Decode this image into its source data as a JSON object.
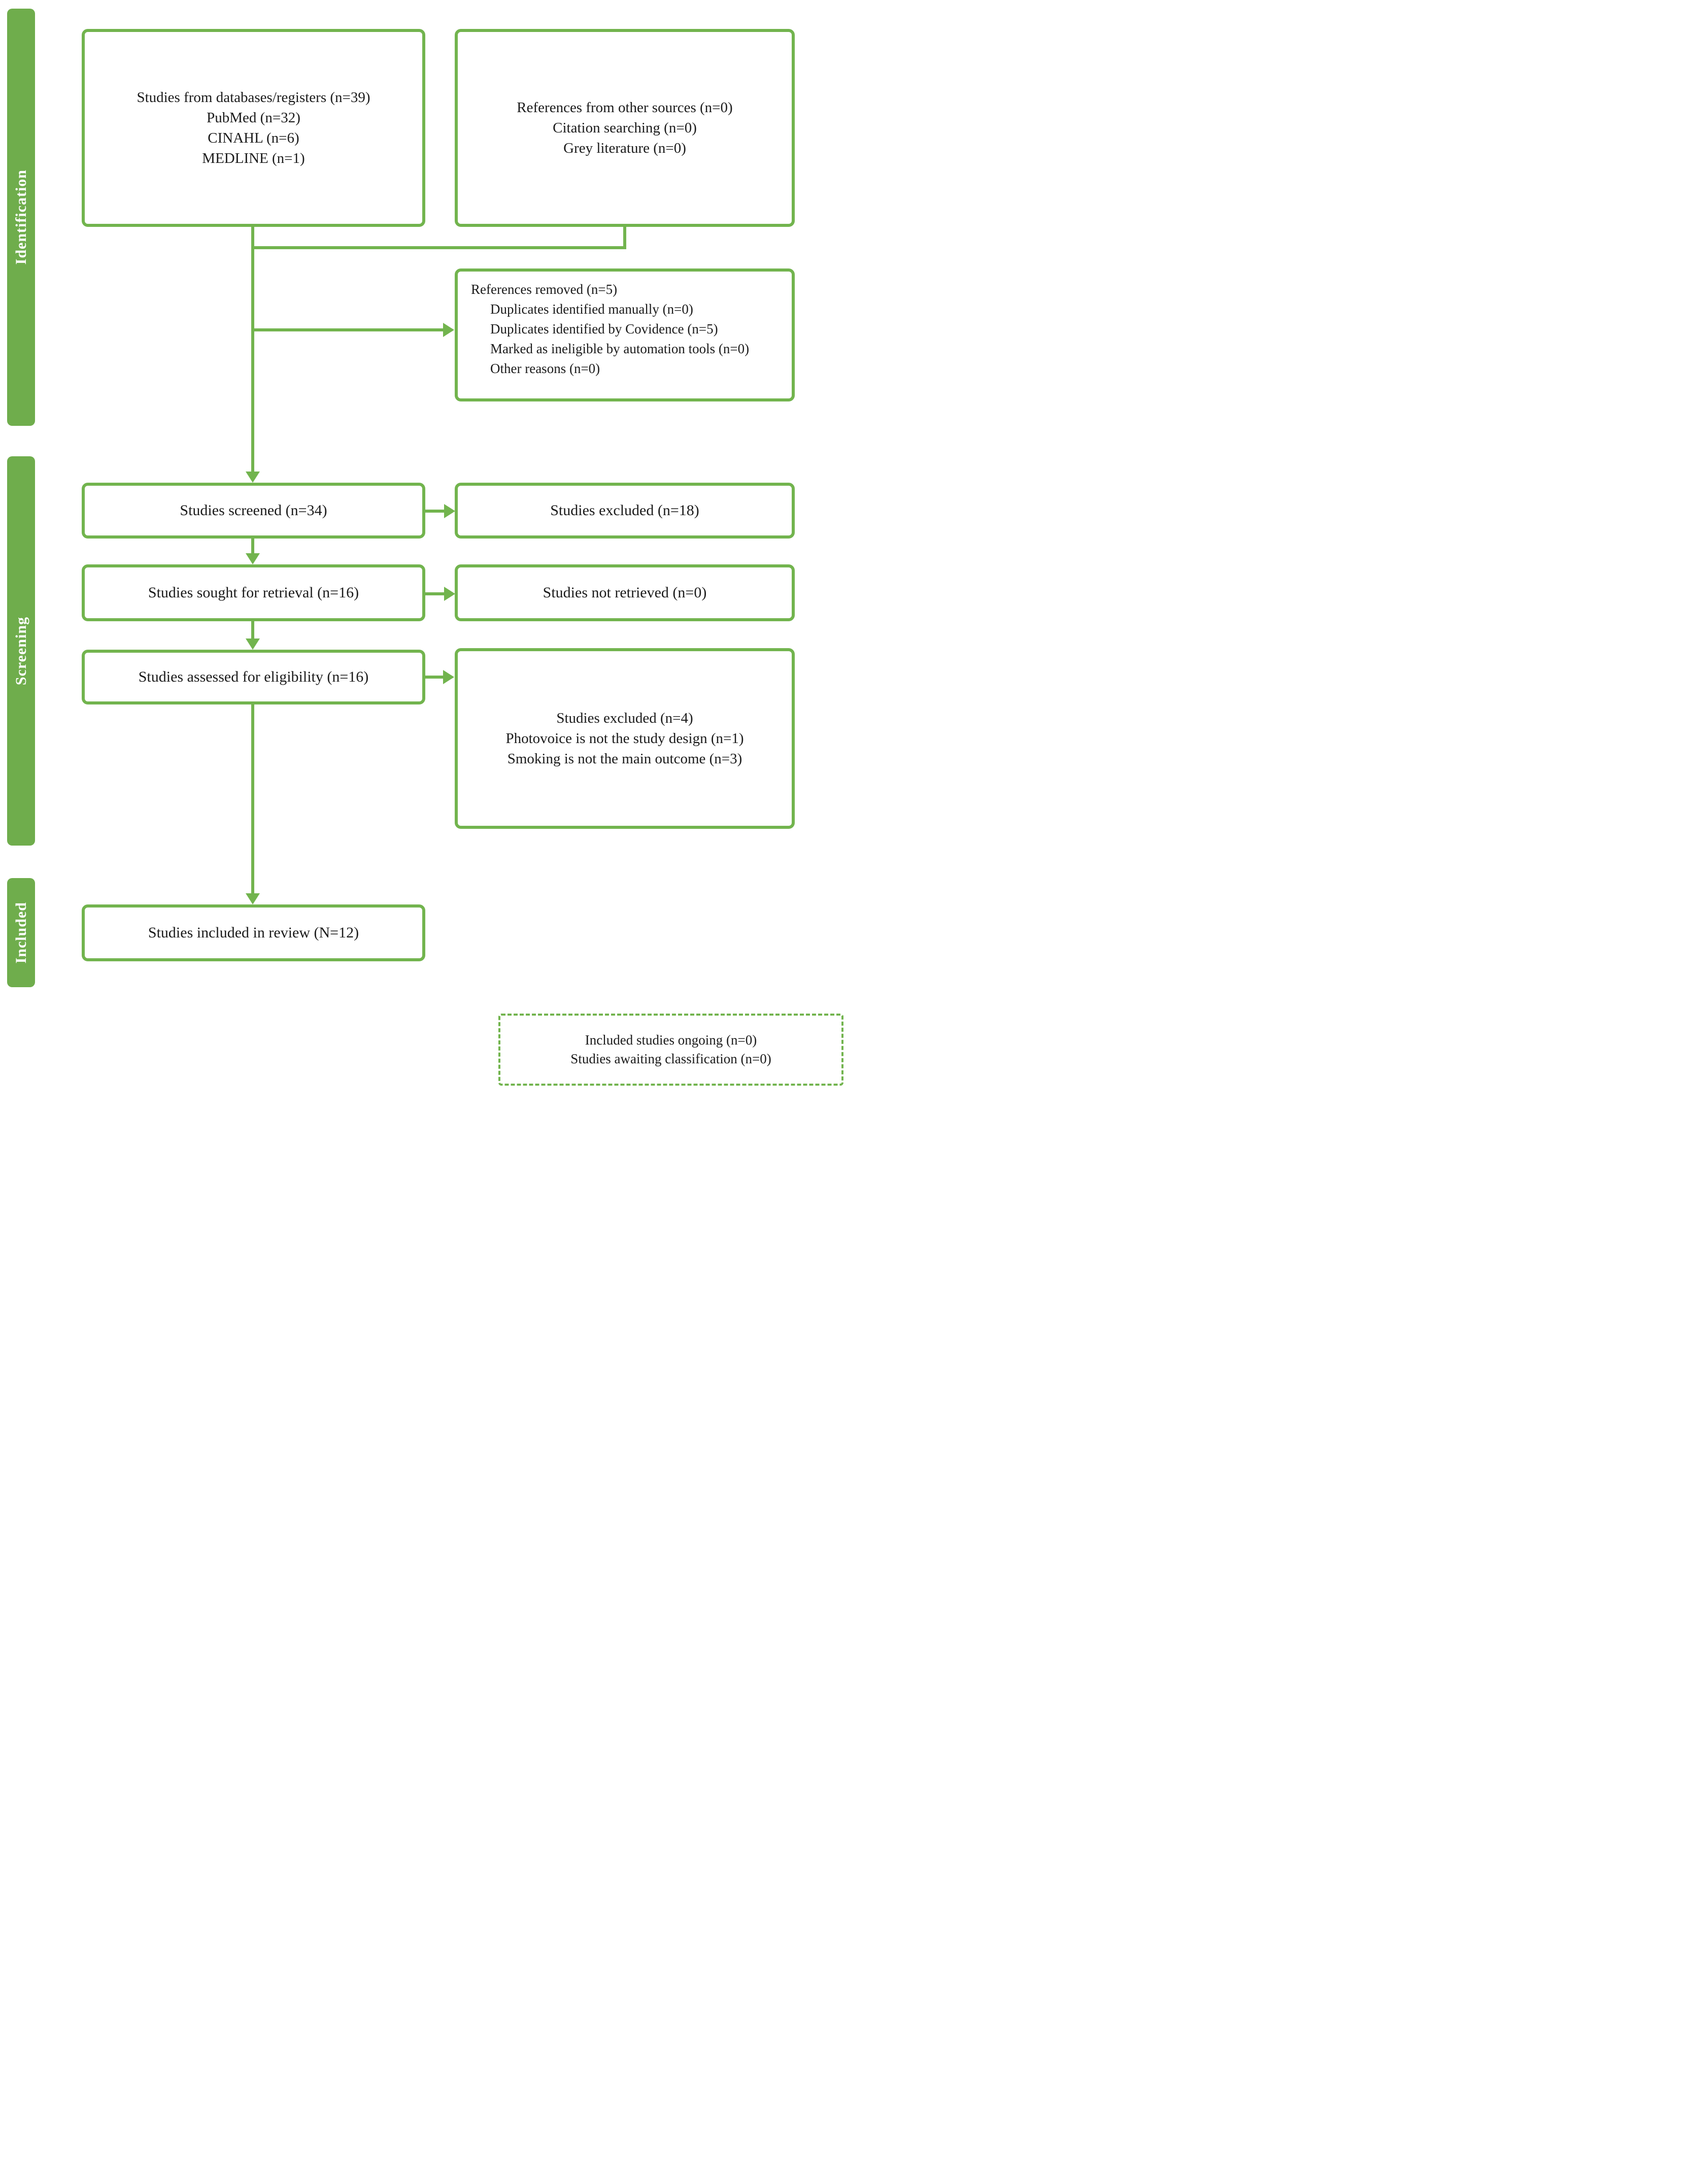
{
  "figure": {
    "type": "PRISMA flow diagram",
    "colors": {
      "stage_bar_fill": "#6fad4c",
      "box_border": "#72b44e",
      "text": "#1b1b1b",
      "stage_label_text": "#ffffff",
      "background": "#ffffff"
    }
  },
  "sidebar": {
    "items": [
      {
        "label": "Identification"
      },
      {
        "label": "Screening"
      },
      {
        "label": "Included"
      }
    ]
  },
  "boxes": {
    "databases": {
      "lines": [
        "Studies from databases/registers (n=39)",
        "PubMed (n=32)",
        "CINAHL (n=6)",
        "MEDLINE (n=1)"
      ]
    },
    "other_sources": {
      "lines": [
        "References from other sources (n=0)",
        "Citation searching (n=0)",
        "Grey literature (n=0)"
      ]
    },
    "references_removed": {
      "title": "References removed (n=5)",
      "items": [
        "Duplicates identified manually (n=0)",
        "Duplicates identified by Covidence (n=5)",
        "Marked as ineligible by automation tools (n=0)",
        "Other reasons (n=0)"
      ]
    },
    "screened": {
      "label": "Studies screened (n=34)"
    },
    "excluded_screening": {
      "label": "Studies excluded (n=18)"
    },
    "sought": {
      "label": "Studies sought for retrieval (n=16)"
    },
    "not_retrieved": {
      "label": "Studies not retrieved (n=0)"
    },
    "assessed": {
      "label": "Studies assessed for eligibility (n=16)"
    },
    "excluded_eligibility": {
      "lines": [
        "Studies excluded (n=4)",
        "Photovoice is not the study design (n=1)",
        "Smoking is not the main outcome (n=3)"
      ]
    },
    "included_review": {
      "label": "Studies included in review (N=12)"
    },
    "ongoing": {
      "lines": [
        "Included studies ongoing (n=0)",
        "Studies awaiting classification (n=0)"
      ]
    }
  }
}
